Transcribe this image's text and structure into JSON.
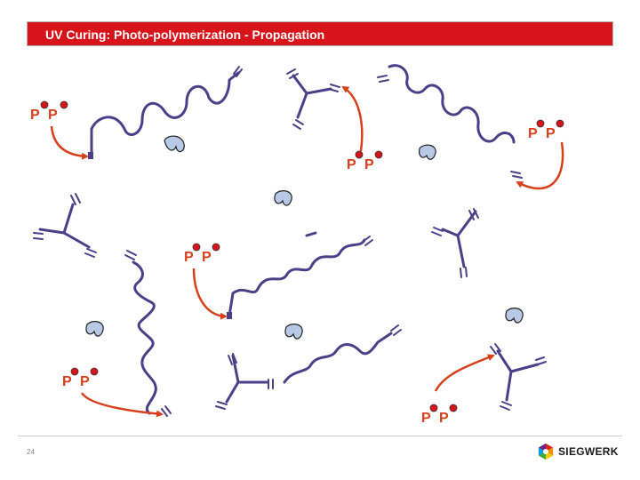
{
  "slide": {
    "title": "UV Curing: Photo-polymerization - Propagation",
    "page_number": "24"
  },
  "brand": {
    "name": "SIEGWERK"
  },
  "radical_label": "P",
  "colors": {
    "title_bar": "#d7141a",
    "polymer_chain": "#4b3f88",
    "radical_arrow": "#d7401a",
    "radical_dot": "#d7141a",
    "initiator_body": "#b7c9e6"
  },
  "icons": [
    "photoinitiator-molecule-icon",
    "siegwerk-logo-icon"
  ]
}
